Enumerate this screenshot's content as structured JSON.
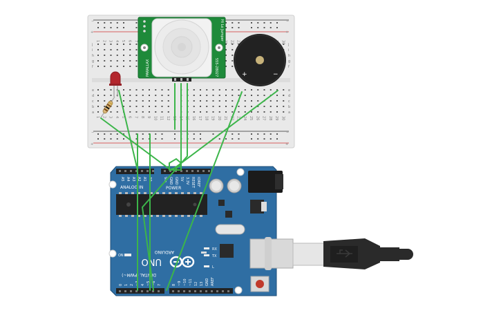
{
  "colors": {
    "wire": "#3cb54a",
    "arduino": "#2f6ea3",
    "arduino_dark": "#1f4f7a",
    "breadboard": "#e9e9e9",
    "pir_board": "#1e8a3a",
    "buzzer": "#222222",
    "led": "#b3262d",
    "usb": "#2a2a2a"
  },
  "breadboard": {
    "rail_plus": "+",
    "rail_minus": "−",
    "rows_top": [
      "j",
      "i",
      "h",
      "g",
      "f"
    ],
    "rows_bottom": [
      "e",
      "d",
      "c",
      "b",
      "a"
    ],
    "columns": [
      "1",
      "2",
      "3",
      "4",
      "5",
      "6",
      "7",
      "8",
      "9",
      "10",
      "11",
      "12",
      "13",
      "14",
      "15",
      "16",
      "17",
      "18",
      "19",
      "20",
      "21",
      "22",
      "23",
      "24",
      "25",
      "26",
      "27",
      "28",
      "29",
      "30"
    ]
  },
  "pir": {
    "left_text": "PARALLAX",
    "right_text_1": "555-28027",
    "right_text_2": "Hi Lo Jumper"
  },
  "buzzer": {
    "plus": "+",
    "minus": "−"
  },
  "arduino": {
    "analog_in": "ANALOG IN",
    "power": "POWER",
    "brand": "ARDUINO",
    "model": "UNO",
    "digital": "DIGITAL (PWM~)",
    "on": "ON",
    "tx": "TX",
    "rx": "RX",
    "l": "L",
    "analog_pins": [
      "A5",
      "A4",
      "A3",
      "A2",
      "A1",
      "A0"
    ],
    "power_pins": [
      "Vin",
      "GND",
      "GND",
      "5V",
      "3.3V",
      "RESET",
      "IOREF"
    ],
    "digital_pins": [
      "0",
      "1",
      "2",
      "~3",
      "4",
      "~5",
      "~6",
      "7",
      "8",
      "~9",
      "~10",
      "~11",
      "12",
      "13",
      "GND",
      "AREF"
    ]
  }
}
